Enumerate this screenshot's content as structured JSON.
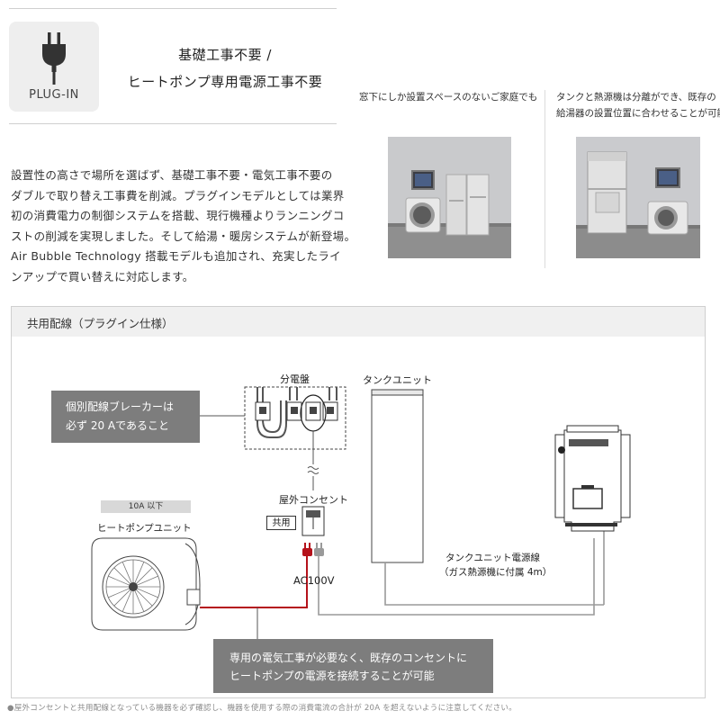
{
  "badge": {
    "label": "PLUG-IN",
    "icon": "plug-icon"
  },
  "headline": {
    "line1": "基礎工事不要 /",
    "line2": "ヒートポンプ専用電源工事不要"
  },
  "body_lines": [
    "設置性の高さで場所を選ばず、基礎工事不要・電気工事不要の",
    "ダブルで取り替え工事費を削減。プラグインモデルとしては業界",
    "初の消費電力の制御システムを搭載、現行機種よりランニングコ",
    "ストの削減を実現しました。そして給湯・暖房システムが新登場。",
    "Air Bubble Technology 搭載モデルも追加され、充実したライ",
    "ンアップで買い替えに対応します。"
  ],
  "photo1": {
    "caption": "窓下にしか設置スペースのないご家庭でも"
  },
  "photo2": {
    "caption_line1": "タンクと熱源機は分離ができ、既存の",
    "caption_line2": "給湯器の設置位置に合わせることが可能"
  },
  "diagram": {
    "title": "共用配線（プラグイン仕様）",
    "breaker_note_line1": "個別配線ブレーカーは",
    "breaker_note_line2": "必ず 20 Aであること",
    "panel_label": "分電盤",
    "tank_label": "タンクユニット",
    "outlet_label": "屋外コンセント",
    "shared_label": "共用",
    "voltage_label": "AC100V",
    "heatpump_current": "10A 以下",
    "heatpump_label": "ヒートポンプユニット",
    "tank_cable_line1": "タンクユニット電源線",
    "tank_cable_line2": "（ガス熱源機に付属 4m）",
    "bottom_note_line1": "専用の電気工事が必要なく、既存のコンセントに",
    "bottom_note_line2": "ヒートポンプの電源を接続することが可能",
    "wire_color": "#b5121b"
  },
  "footnote": "●屋外コンセントと共用配線となっている機器を必ず確認し、機器を使用する際の消費電流の合計が 20A を超えないように注意してください。"
}
